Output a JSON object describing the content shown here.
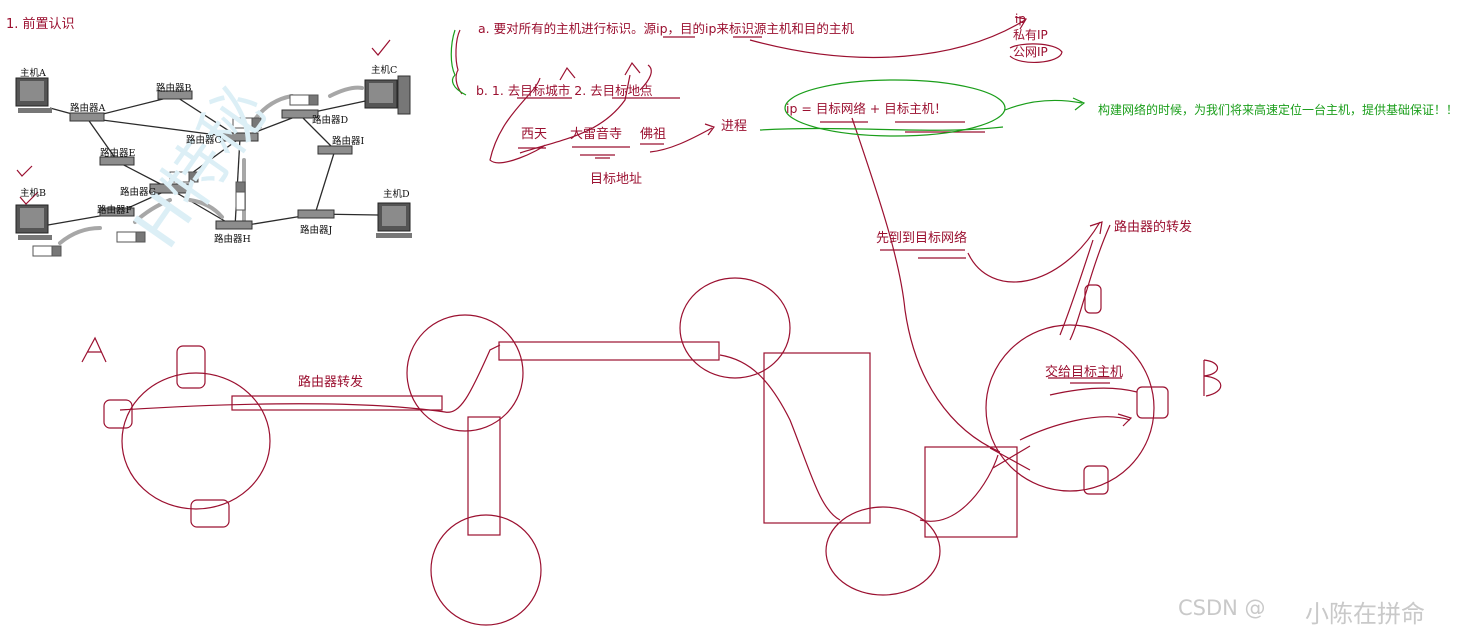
{
  "section": {
    "title": "1. 前置认识"
  },
  "notes": {
    "a": "a.  要对所有的主机进行标识。源ip，目的ip来标识源主机和目的主机",
    "ip_stack": {
      "ip": "ip",
      "private": "私有IP",
      "public": "公网IP"
    },
    "b": "b.  1.  去目标城市  2.  去目标地点",
    "places": {
      "xitian": "西天",
      "leiyin": "大雷音寺",
      "fozu": "佛祖"
    },
    "target_address": "目标地址",
    "process": "进程",
    "formula": "ip  =  目标网络  +  目标主机！",
    "purpose": "构建网络的时候，为我们将来高速定位一台主机，提供基础保证！！",
    "first_network": "先到到目标网络",
    "router_forwarding": "路由器的转发",
    "deliver_host": "交给目标主机",
    "router_forward2": "路由器转发",
    "label_a": "A",
    "label_b": "B"
  },
  "network_figure": {
    "hosts": [
      "主机A",
      "主机B",
      "主机C",
      "主机D"
    ],
    "routers": [
      "路由器A",
      "路由器B",
      "路由器C",
      "路由器D",
      "路由器E",
      "路由器F",
      "路由器G",
      "路由器H",
      "路由器I",
      "路由器J"
    ]
  },
  "watermark": {
    "csdn": "CSDN @",
    "author": "小陈在拼命"
  },
  "colors": {
    "ink": "#9b1030",
    "green": "#1a9e1a",
    "network_line": "#2b2b2b"
  }
}
